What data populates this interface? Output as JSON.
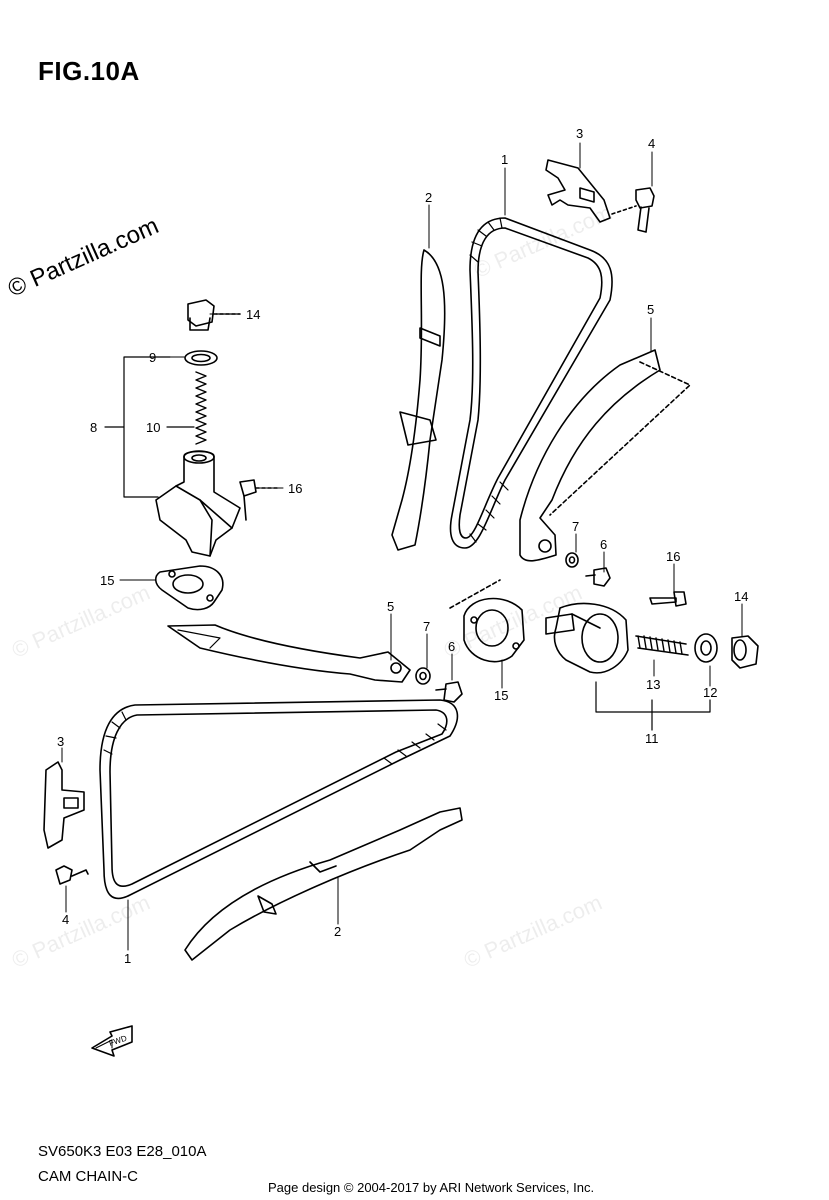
{
  "figure_title": "FIG.10A",
  "watermark": "© Partzilla.com",
  "fwd_label": "FWD",
  "model_code": "SV650K3 E03 E28_010A",
  "section_name": "CAM CHAIN-C",
  "footer": "Page design © 2004-2017 by ARI Network Services, Inc.",
  "part_numbers": {
    "chain_top": "1",
    "guide_top": "2",
    "bracket_top": "3",
    "bolt_top": "4",
    "tensioner_guide_top": "5",
    "bolt6_right": "6",
    "washer7_right": "7",
    "tensioner_assy_left": "8",
    "gasket9": "9",
    "spring10": "10",
    "plug14_left": "14",
    "gasket15_left": "15",
    "bolt16_left": "16",
    "tensioner_guide_mid": "5",
    "washer7_mid": "7",
    "bolt6_mid": "6",
    "gasket15_mid": "15",
    "bolt16_right": "16",
    "plug14_right": "14",
    "spring13": "13",
    "washer12": "12",
    "tensioner_assy_right": "11",
    "bracket_low": "3",
    "bolt_low": "4",
    "chain_low": "1",
    "guide_low": "2"
  }
}
